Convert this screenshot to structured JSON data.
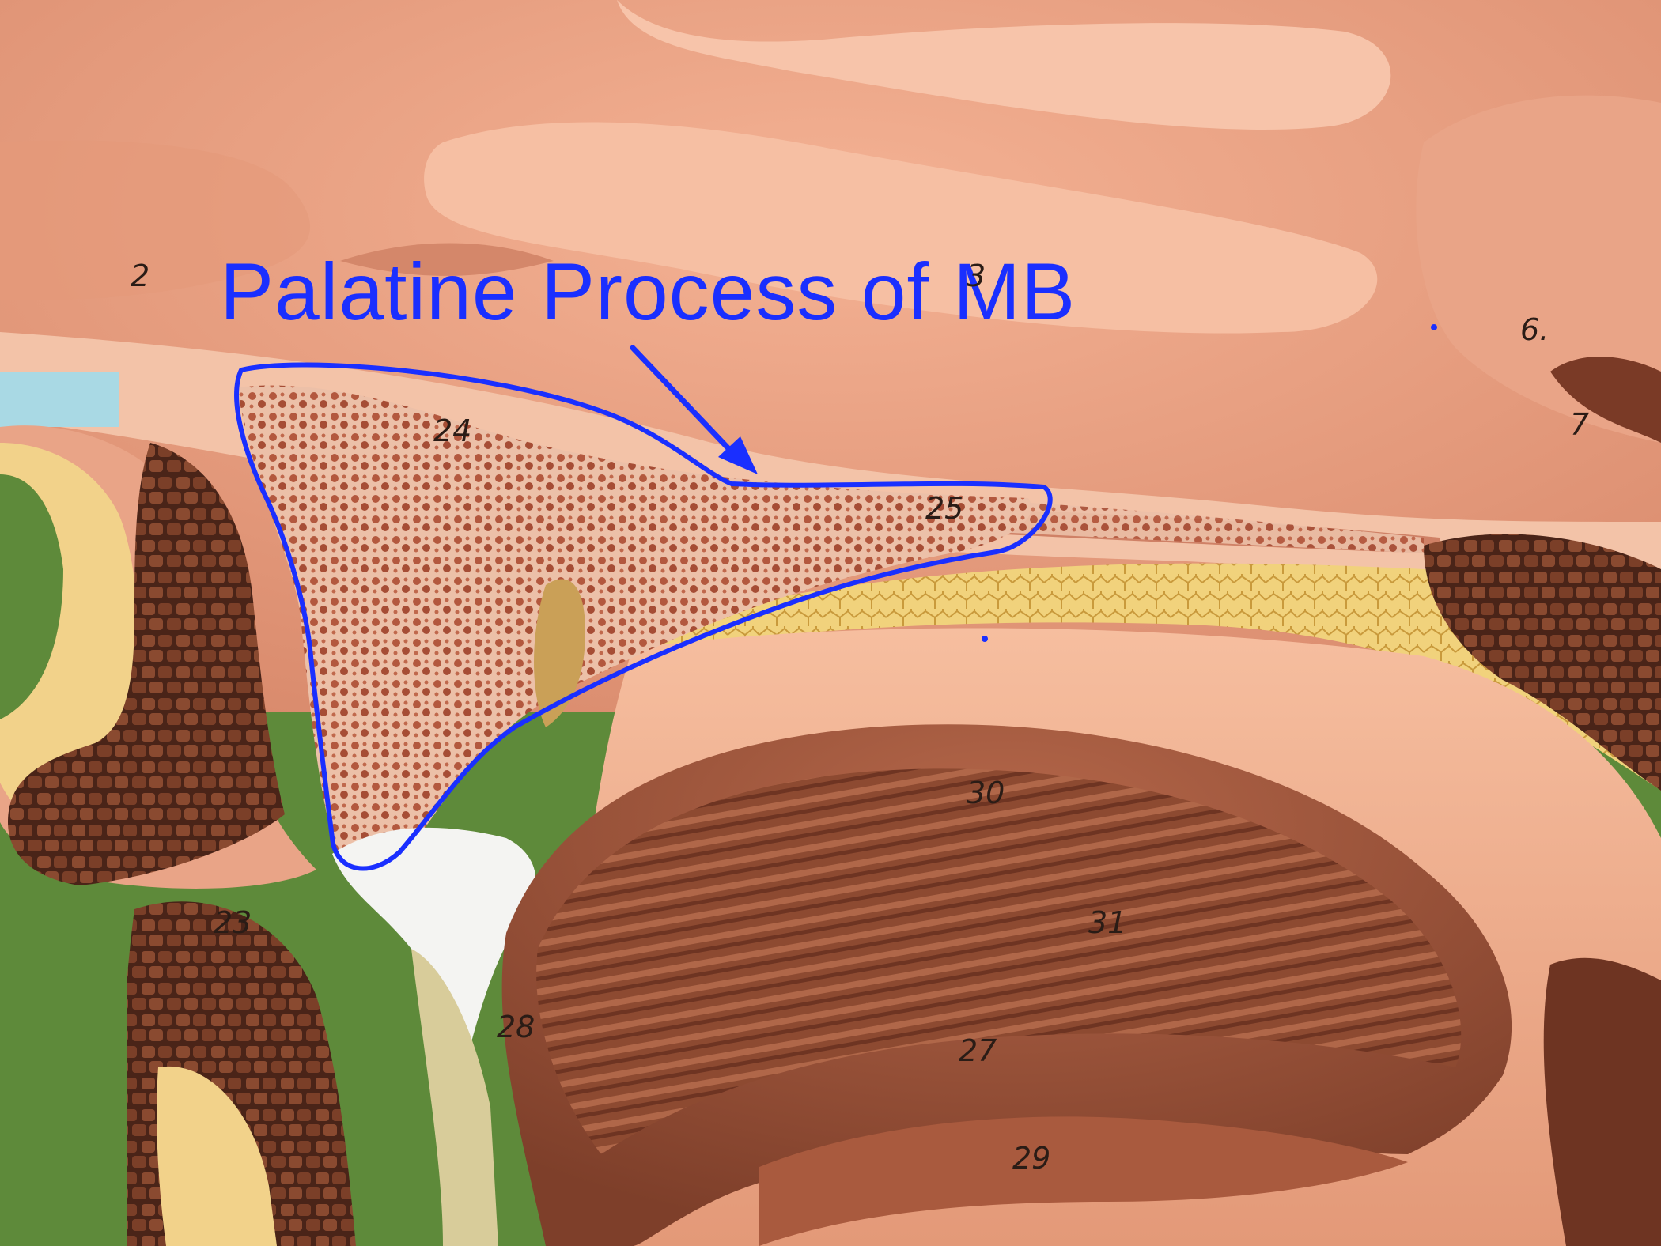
{
  "annotation": {
    "label": "Palatine Process of MB",
    "color": "#1a2fff"
  },
  "model_numbers": [
    "2",
    "3",
    "6.",
    "7",
    "24",
    "25",
    "23",
    "30",
    "31",
    "28",
    "27",
    "29"
  ]
}
